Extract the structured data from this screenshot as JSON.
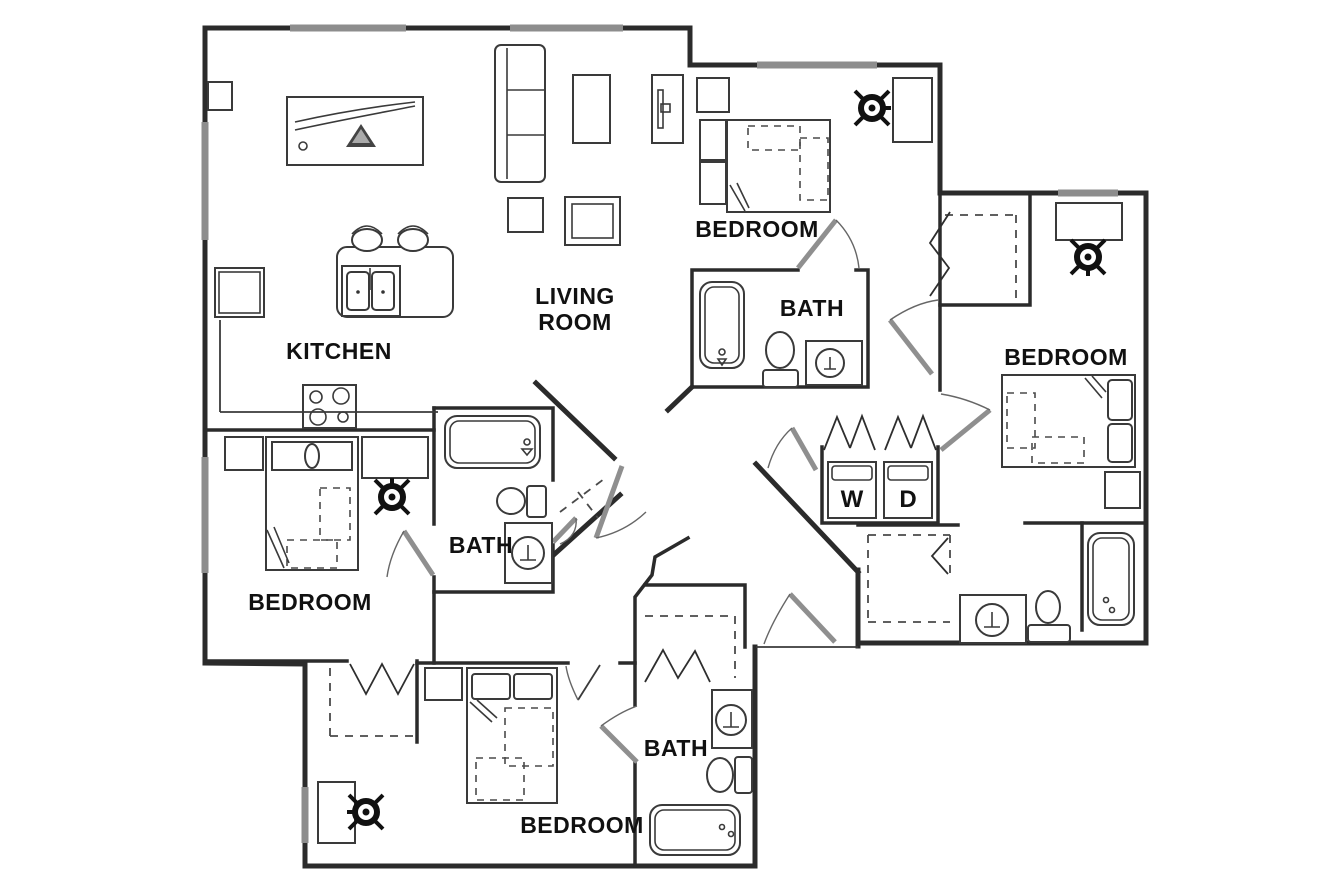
{
  "plan": {
    "type": "apartment-floor-plan",
    "units": "4 bedroom / 3 bath with washer-dryer",
    "rooms": {
      "kitchen": {
        "label": "KITCHEN"
      },
      "living_room": {
        "label": "LIVING ROOM",
        "line1": "LIVING",
        "line2": "ROOM"
      },
      "bedroom_top": {
        "label": "BEDROOM"
      },
      "bath_top": {
        "label": "BATH"
      },
      "bedroom_right": {
        "label": "BEDROOM"
      },
      "bedroom_left": {
        "label": "BEDROOM"
      },
      "bath_left": {
        "label": "BATH"
      },
      "bedroom_bottom": {
        "label": "BEDROOM"
      },
      "bath_bottom": {
        "label": "BATH"
      },
      "laundry": {
        "washer": "W",
        "dryer": "D"
      }
    },
    "fixtures": [
      "kitchen-island-with-double-sink",
      "bar-stool",
      "bar-stool",
      "stove-4-burner",
      "refrigerator",
      "kitchen-counter",
      "sectional-sofa",
      "coffee-table",
      "side-table",
      "tv-console",
      "accent-table",
      "bed",
      "bed",
      "bed",
      "bed",
      "desk",
      "desk",
      "desk",
      "desk",
      "desk-chair",
      "desk-chair",
      "desk-chair",
      "desk-chair",
      "nightstand",
      "dresser",
      "bathtub",
      "bathtub",
      "bathtub",
      "toilet",
      "toilet",
      "toilet",
      "sink",
      "sink",
      "sink",
      "washer",
      "dryer",
      "closet-wire-shelving",
      "bifold-doors"
    ],
    "colors": {
      "background": "#ffffff",
      "wall": "#2b2b2b",
      "window_band": "#8d8d8d",
      "door_leaf": "#8f8f8f",
      "furniture_line": "#3a3a3a",
      "label_text": "#111111"
    }
  }
}
